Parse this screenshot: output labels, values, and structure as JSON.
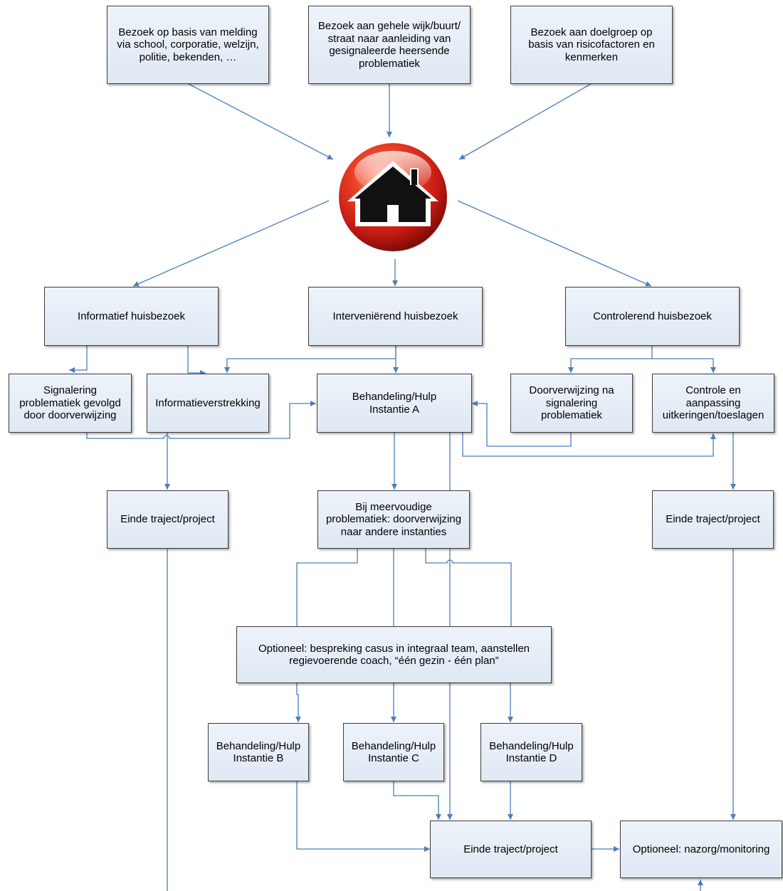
{
  "colors": {
    "box_fill_top": "#eef3fa",
    "box_fill_bottom": "#dfe8f4",
    "box_border": "#3d3d3d",
    "connector": "#4a7ebb",
    "home_button": "#d9221a",
    "home_icon": "#111111"
  },
  "icons": {
    "center": "house-icon"
  },
  "nodes": {
    "melding": "Bezoek op basis van melding\nvia school, corporatie, welzijn,\npolitie, bekenden, …",
    "wijk": "Bezoek aan gehele wijk/buurt/\nstraat naar aanleiding van\ngesignaleerde heersende\nproblematiek",
    "doelgroep": "Bezoek aan doelgroep op\nbasis van risicofactoren en\nkenmerken",
    "informatief": "Informatief huisbezoek",
    "interventierend": "Interveniërend huisbezoek",
    "controlerend": "Controlerend huisbezoek",
    "signalering": "Signalering\nproblematiek gevolgd\ndoor doorverwijzing",
    "informatieverstrekking": "Informatieverstrekking",
    "hulp_a": "Behandeling/Hulp\nInstantie A",
    "doorverwijzing_na": "Doorverwijzing na\nsignalering\nproblematiek",
    "controle": "Controle en\naanpassing\nuitkeringen/toeslagen",
    "einde_left": "Einde traject/project",
    "meervoudig": "Bij meervoudige\nproblematiek: doorverwijzing\nnaar andere instanties",
    "einde_right": "Einde traject/project",
    "optioneel_team": "Optioneel: bespreking casus in integraal team, aanstellen\nregievoerende coach, “één gezin - één plan”",
    "hulp_b": "Behandeling/Hulp\nInstantie B",
    "hulp_c": "Behandeling/Hulp\nInstantie C",
    "hulp_d": "Behandeling/Hulp\nInstantie D",
    "einde_bottom": "Einde traject/project",
    "nazorg": "Optioneel: nazorg/monitoring"
  }
}
